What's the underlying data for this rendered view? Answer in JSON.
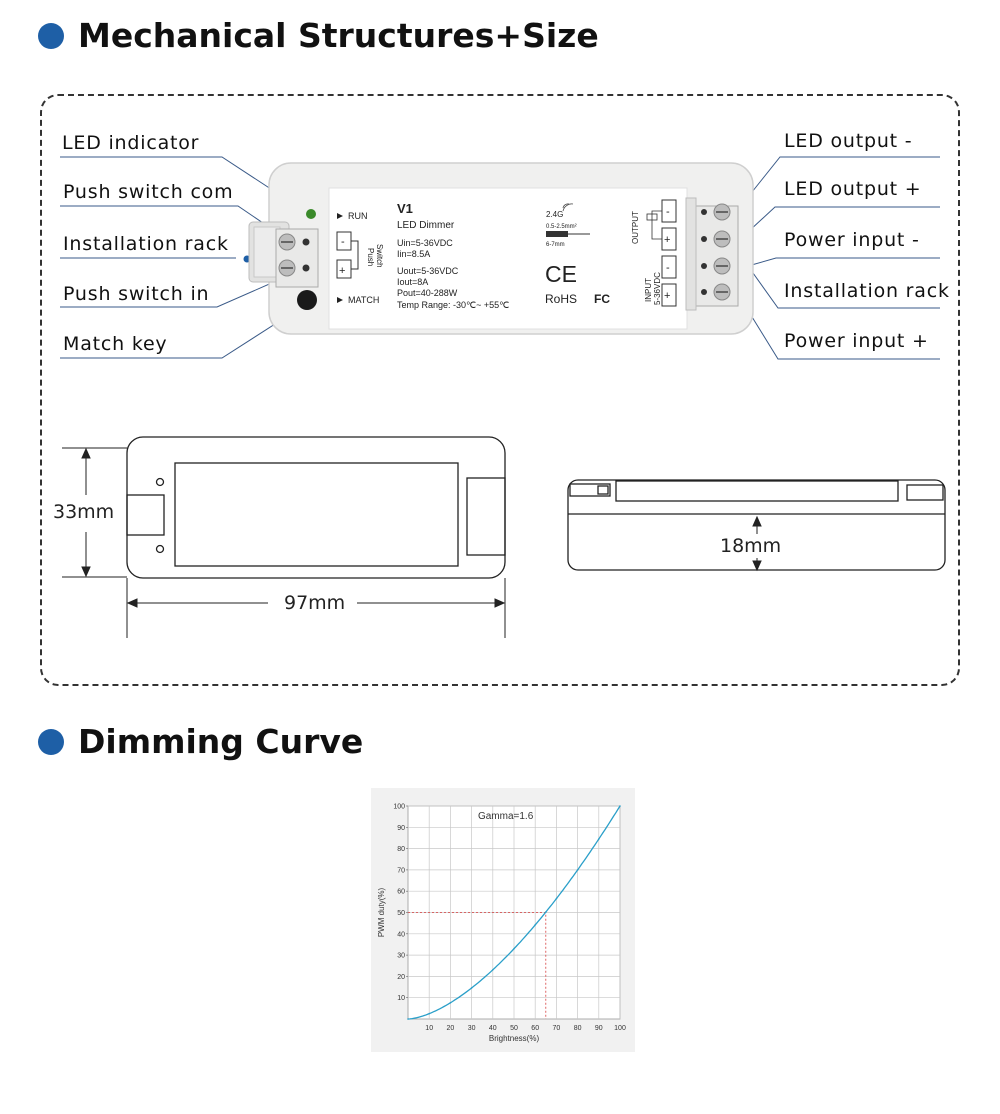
{
  "sections": {
    "mechanical_title": "Mechanical Structures+Size",
    "dimming_title": "Dimming Curve"
  },
  "callouts_left": [
    "LED indicator",
    "Push switch com",
    "Installation rack",
    "Push switch in",
    "Match key"
  ],
  "callouts_right": [
    "LED output -",
    "LED output +",
    "Power input -",
    "Installation rack",
    "Power input +"
  ],
  "device_label": {
    "model": "V1",
    "name": "LED Dimmer",
    "run": "RUN",
    "match": "MATCH",
    "switch": "Switch",
    "push": "Push",
    "uin": "Uin=5-36VDC",
    "iin": "Iin=8.5A",
    "uout": "Uout=5-36VDC",
    "iout": "Iout=8A",
    "pout": "Pout=40-288W",
    "temp": "Temp Range: -30℃~ +55℃",
    "freq": "2.4G",
    "wire1": "0.5-2.5mm²",
    "wire2": "6-7mm",
    "ce": "CE",
    "rohs": "RoHS",
    "fc": "FC",
    "output": "OUTPUT",
    "input": "INPUT",
    "input_v": "5-36VDC",
    "minus": "-",
    "plus": "+"
  },
  "dimensions": {
    "height": "33mm",
    "length": "97mm",
    "thickness": "18mm"
  },
  "colors": {
    "accent": "#1e5fa6",
    "led_indicator": "#3a8a2a",
    "curve": "#2a9fc9",
    "guide": "#d64040"
  },
  "chart_data": {
    "type": "line",
    "annotation": "Gamma=1.6",
    "xlabel": "Brightness(%)",
    "ylabel": "PWM duty(%)",
    "xlim": [
      0,
      100
    ],
    "ylim": [
      0,
      100
    ],
    "x_ticks": [
      10,
      20,
      30,
      40,
      50,
      60,
      70,
      80,
      90,
      100
    ],
    "y_ticks": [
      10,
      20,
      30,
      40,
      50,
      60,
      70,
      80,
      90,
      100
    ],
    "grid": true,
    "gamma": 1.6,
    "series": [
      {
        "x": [
          0,
          10,
          20,
          30,
          40,
          50,
          60,
          65,
          70,
          80,
          90,
          100
        ],
        "y": [
          0,
          2.5,
          7.6,
          14.6,
          23.1,
          33.0,
          44.2,
          50.2,
          56.5,
          70.0,
          84.5,
          100
        ]
      }
    ],
    "guide_point": {
      "x": 65,
      "y": 50
    }
  }
}
